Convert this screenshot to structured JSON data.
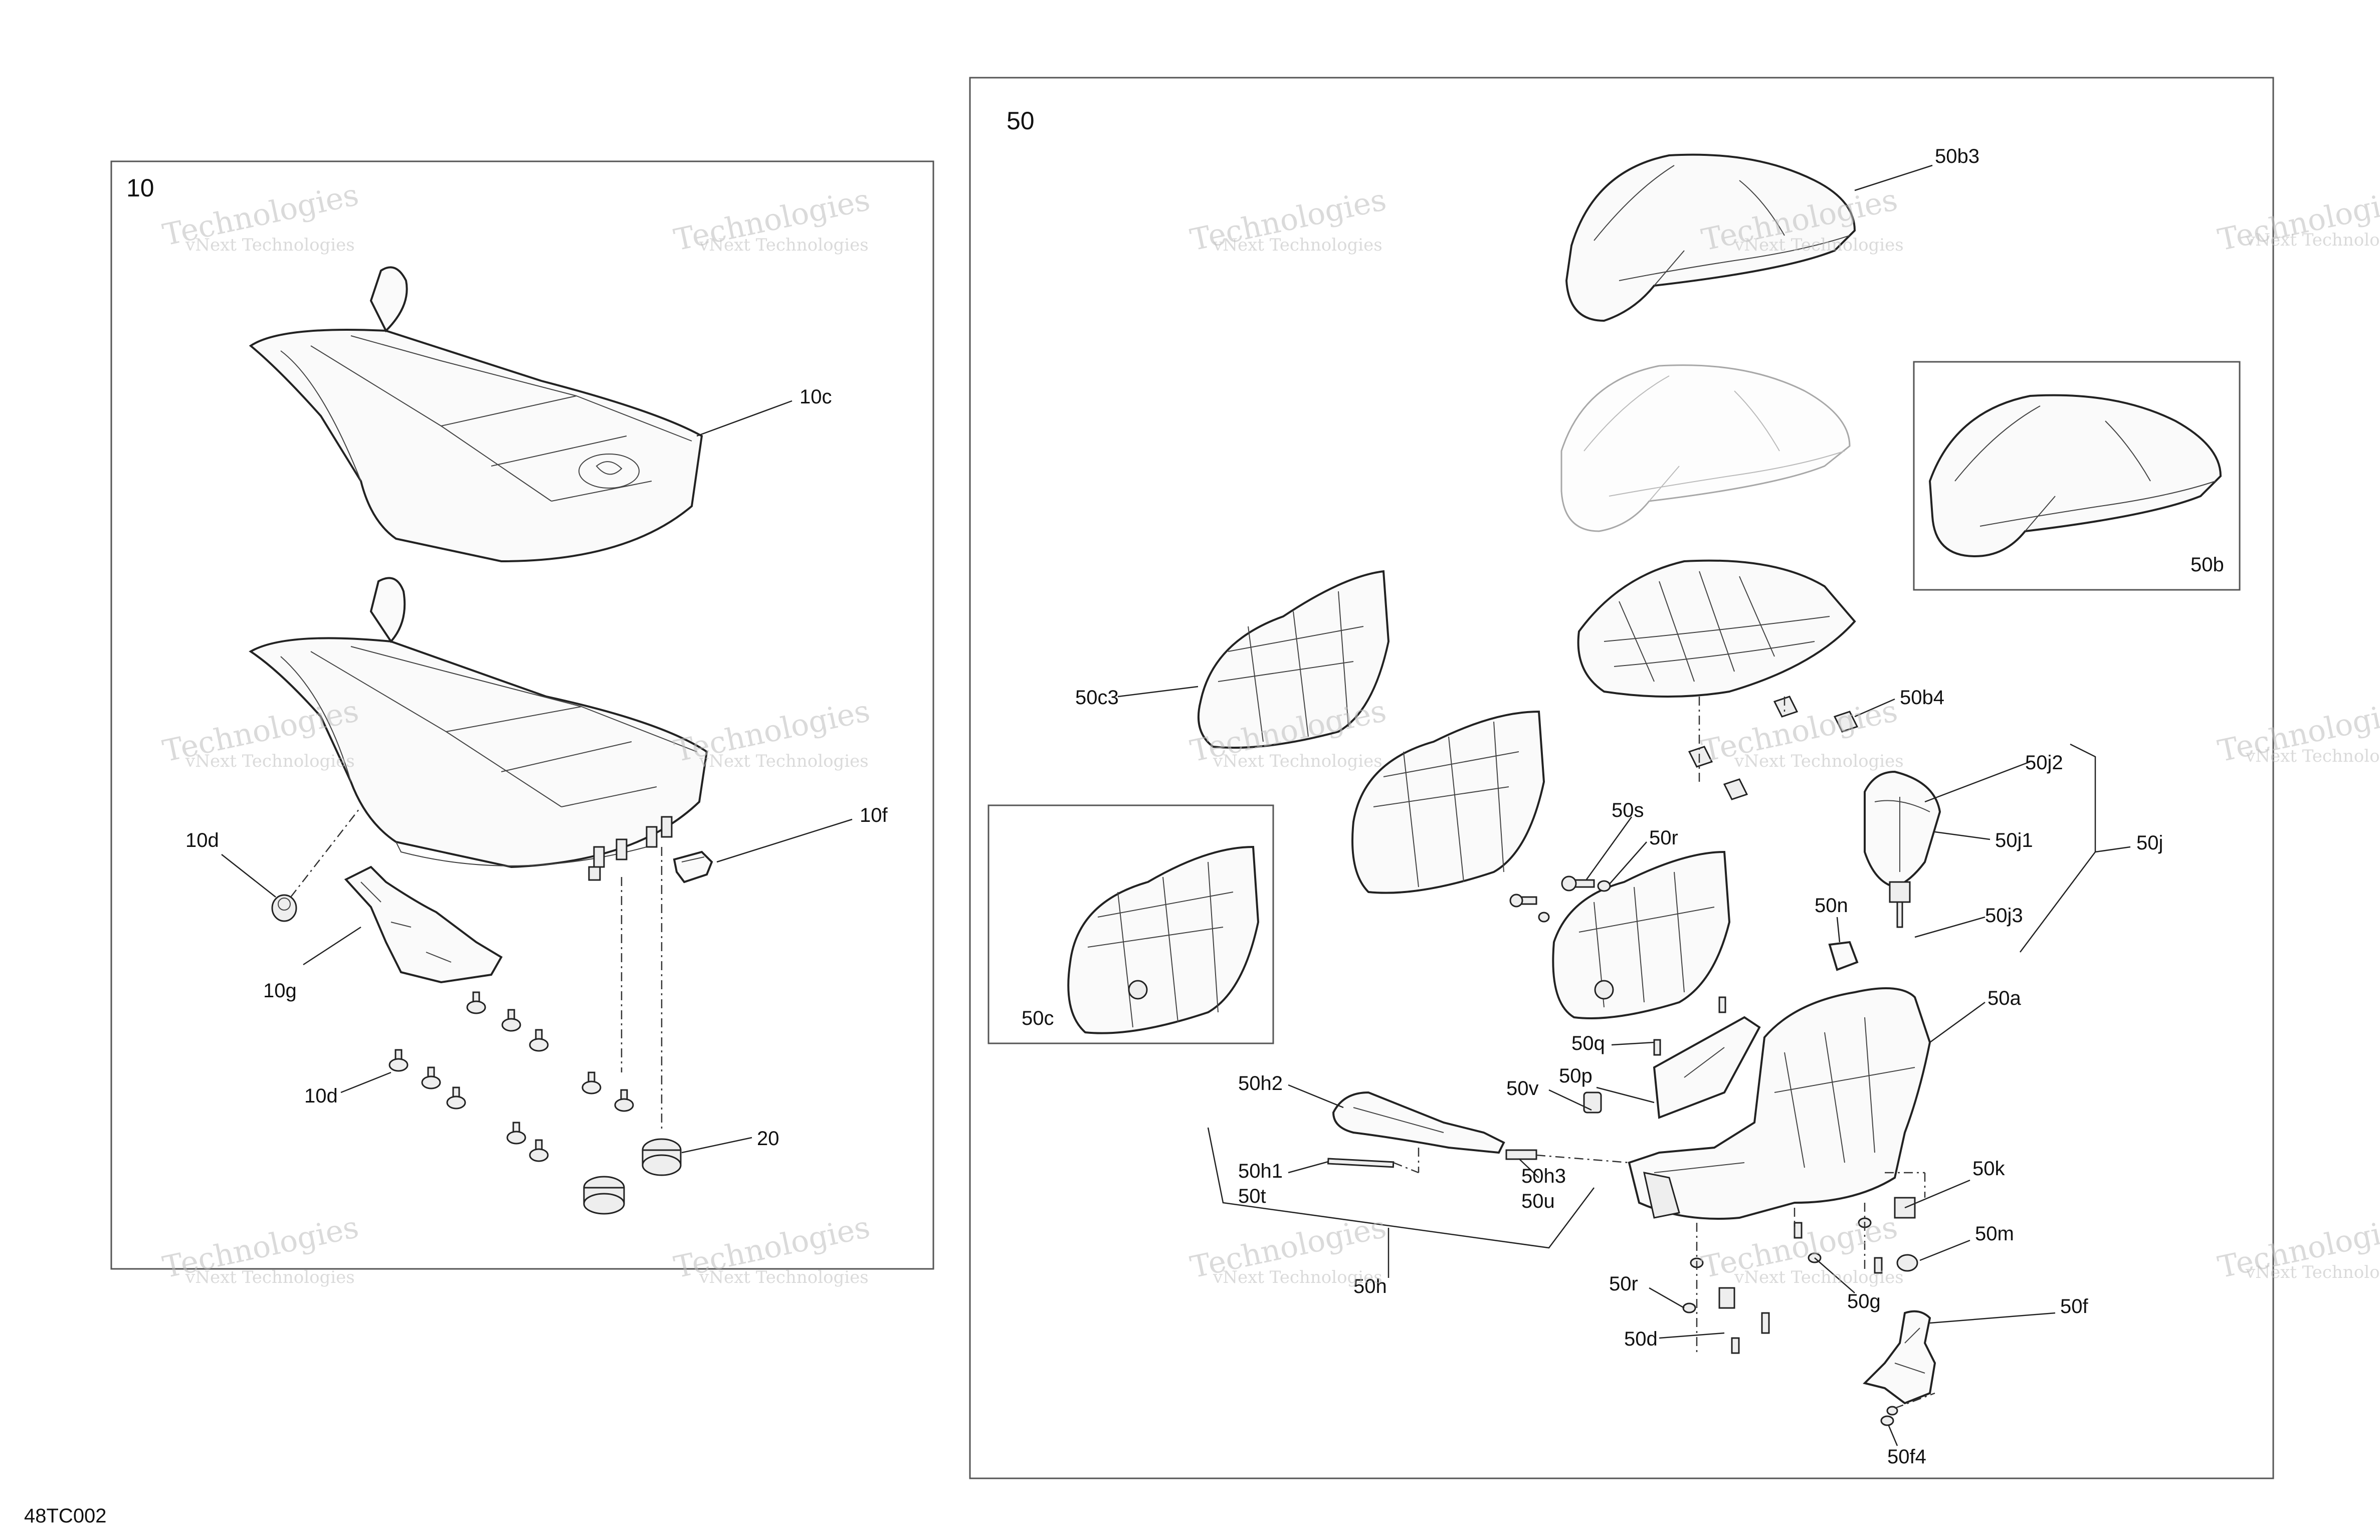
{
  "panels": {
    "left_label": "10",
    "right_label": "50"
  },
  "drawing_code": "48TC002",
  "watermark": {
    "line1": "vNext Technologies",
    "line2": "Technologies"
  },
  "callouts": {
    "c10c": "10c",
    "c10d_a": "10d",
    "c10d_b": "10d",
    "c10f": "10f",
    "c10g": "10g",
    "c20": "20",
    "c50b3": "50b3",
    "c50b": "50b",
    "c50c3": "50c3",
    "c50b4": "50b4",
    "c50c": "50c",
    "c50s": "50s",
    "c50r_a": "50r",
    "c50r_b": "50r",
    "c50j2": "50j2",
    "c50j1": "50j1",
    "c50j": "50j",
    "c50n": "50n",
    "c50j3": "50j3",
    "c50a": "50a",
    "c50q": "50q",
    "c50p": "50p",
    "c50v": "50v",
    "c50h2": "50h2",
    "c50h1": "50h1",
    "c50t": "50t",
    "c50h3": "50h3",
    "c50u": "50u",
    "c50h": "50h",
    "c50k": "50k",
    "c50m": "50m",
    "c50d": "50d",
    "c50g": "50g",
    "c50f": "50f",
    "c50f4": "50f4"
  }
}
